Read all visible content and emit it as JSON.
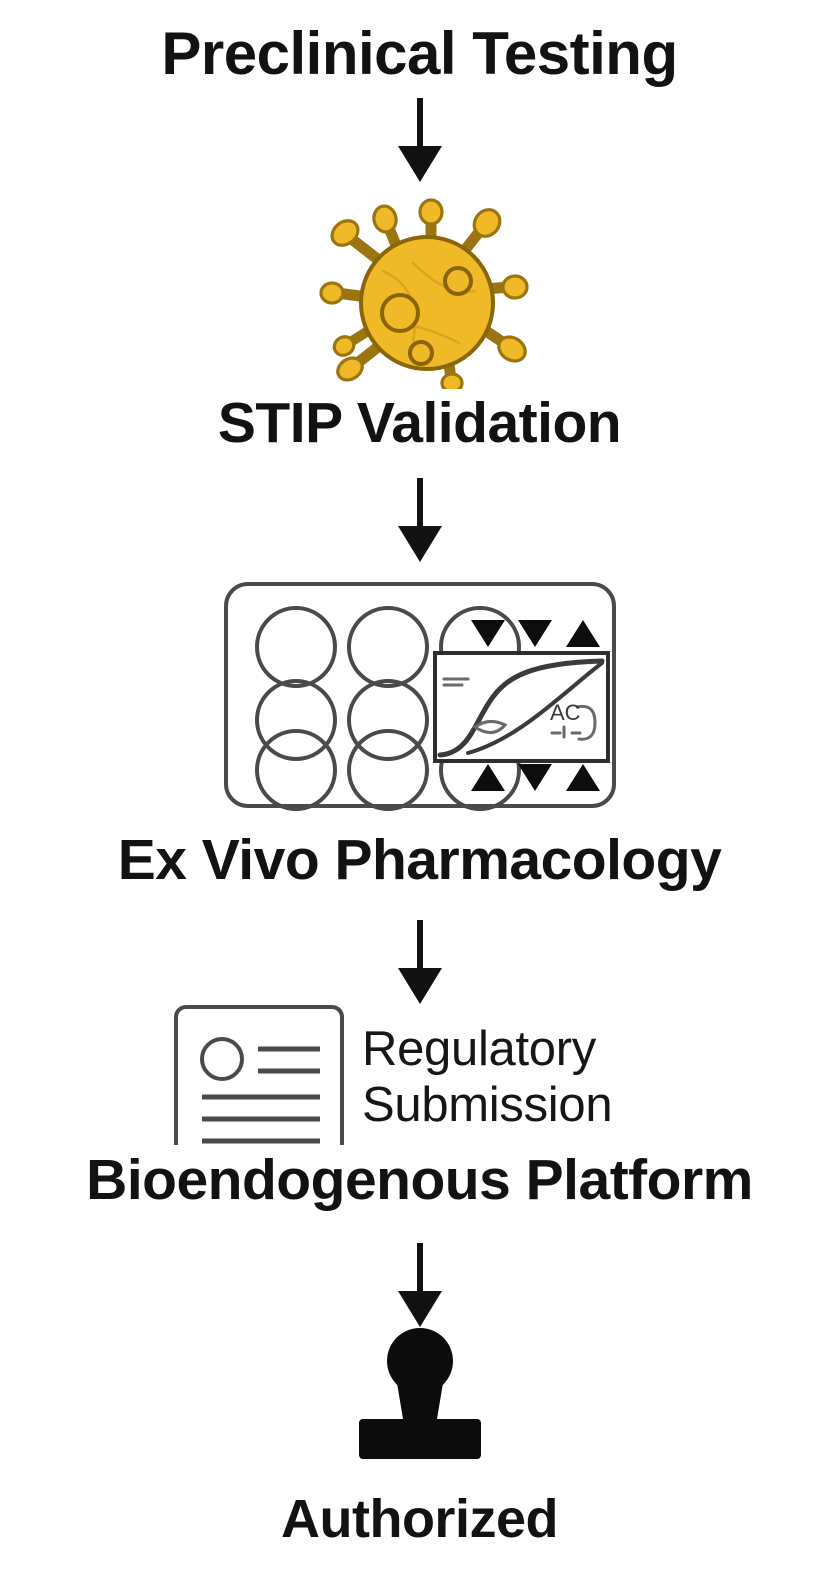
{
  "diagram": {
    "title": "Preclinical Testing",
    "background_color": "#ffffff",
    "text_color": "#121212",
    "accent_color": "#efb928",
    "accent_outline_color": "#b8860b",
    "outline_color": "#3c3c3c",
    "steps": [
      {
        "id": "preclinical-testing",
        "label": "Preclinical Testing",
        "style": "bold-heading",
        "icon": null
      },
      {
        "id": "stip-validation",
        "label": "STIP Validation",
        "style": "bold-heading",
        "icon": "virus-icon"
      },
      {
        "id": "ex-vivo-pharmacology",
        "label": "Ex Vivo Pharmacology",
        "style": "bold-heading",
        "icon": "microplate-icon"
      },
      {
        "id": "regulatory-submission",
        "label_line_1": "Regulatory",
        "label_line_2": "Submission",
        "style": "regular-text",
        "icon": "document-icon"
      },
      {
        "id": "bioendogenous-platform",
        "label": "Bioendogenous Platform",
        "style": "bold-heading",
        "icon": null
      },
      {
        "id": "authorized",
        "label": "Authorized",
        "style": "bold-heading",
        "icon": "stamp-icon"
      }
    ],
    "connectors": [
      {
        "id": "arrow-1",
        "from": "preclinical-testing",
        "to": "stip-validation",
        "direction": "down"
      },
      {
        "id": "arrow-2",
        "from": "stip-validation",
        "to": "ex-vivo-pharmacology",
        "direction": "down"
      },
      {
        "id": "arrow-3",
        "from": "ex-vivo-pharmacology",
        "to": "regulatory-submission",
        "direction": "down"
      },
      {
        "id": "arrow-4",
        "from": "bioendogenous-platform",
        "to": "authorized",
        "direction": "down"
      }
    ],
    "icons": {
      "virus": {
        "name": "virus-icon",
        "body_color": "#efb928",
        "outline_color": "#9c7410",
        "spike_count": 10,
        "receptor_count": 3
      },
      "microplate": {
        "name": "microplate-icon",
        "well_rows": 3,
        "well_columns": 3,
        "markers_top": [
          "down",
          "down",
          "up"
        ],
        "markers_bottom": [
          "up",
          "down",
          "up"
        ],
        "inset_chart": {
          "type": "line",
          "curve": "sigmoid",
          "annotation": "AC"
        }
      },
      "document": {
        "name": "document-icon",
        "header_lines": 2,
        "body_lines": 3,
        "has_avatar_circle": true
      },
      "stamp": {
        "name": "stamp-icon",
        "fill_color": "#0c0c0c"
      }
    }
  }
}
